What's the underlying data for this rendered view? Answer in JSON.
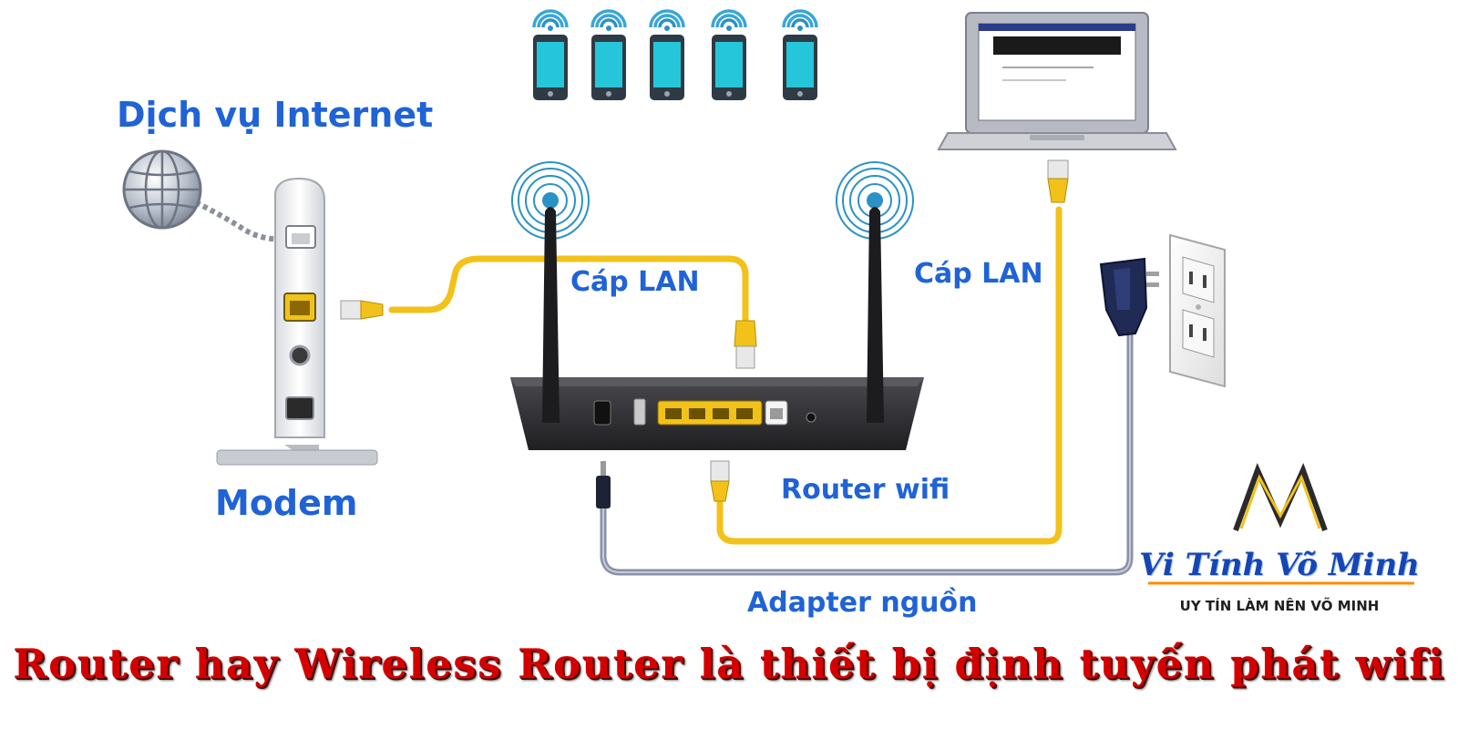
{
  "labels": {
    "internet": "Dịch vụ Internet",
    "modem": "Modem",
    "lan_cable_1": "Cáp LAN",
    "lan_cable_2": "Cáp LAN",
    "router": "Router wifi",
    "adapter": "Adapter nguồn"
  },
  "caption": "Router hay Wireless  Router là thiết bị định tuyến phát wifi",
  "brand": {
    "name": "Vi Tính Võ Minh",
    "slogan": "UY TÍN LÀM NÊN VÕ MINH"
  },
  "colors": {
    "label_blue": "#1f63d6",
    "caption_red": "#d40000",
    "lan_cable_yellow": "#f2c21a",
    "power_cable_gray": "#8a90a8",
    "phone_screen_cyan": "#26c6da",
    "router_body": "#2e2e31",
    "brand_blue": "#1646b4"
  },
  "icons": [
    "globe-icon",
    "wifi-signal-icon",
    "smartphone-icon",
    "laptop-icon",
    "wall-outlet-icon",
    "power-adapter-icon",
    "rj45-plug-icon",
    "logo-m-icon"
  ]
}
